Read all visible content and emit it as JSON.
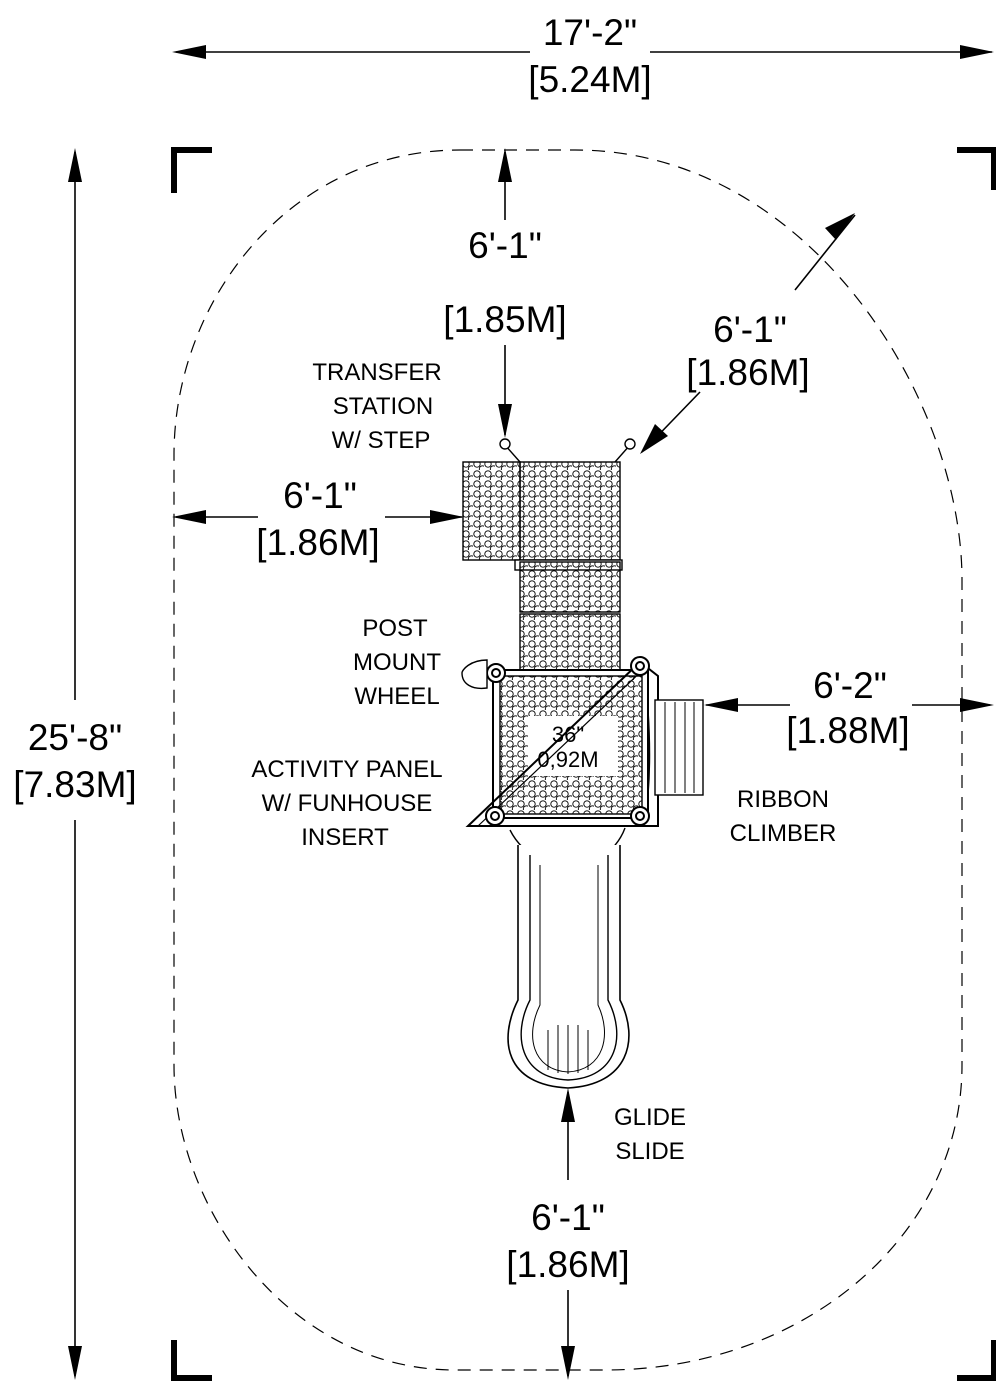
{
  "overall": {
    "width_ft": "17'-2\"",
    "width_m": "[5.24M]",
    "length_ft": "25'-8\"",
    "length_m": "[7.83M]"
  },
  "clearances": {
    "top_ft": "6'-1\"",
    "top_m": "[1.85M]",
    "top_right_ft": "6'-1\"",
    "top_right_m": "[1.86M]",
    "left_ft": "6'-1\"",
    "left_m": "[1.86M]",
    "right_ft": "6'-2\"",
    "right_m": "[1.88M]",
    "bottom_ft": "6'-1\"",
    "bottom_m": "[1.86M]"
  },
  "deck_height": {
    "imperial": "36\"",
    "metric": "0,92M"
  },
  "components": {
    "transfer_station": [
      "TRANSFER",
      "STATION",
      "W/ STEP"
    ],
    "post_mount_wheel": [
      "POST",
      "MOUNT",
      "WHEEL"
    ],
    "activity_panel": [
      "ACTIVITY PANEL",
      "W/ FUNHOUSE",
      "INSERT"
    ],
    "ribbon_climber": [
      "RIBBON",
      "CLIMBER"
    ],
    "glide_slide": [
      "GLIDE",
      "SLIDE"
    ]
  }
}
